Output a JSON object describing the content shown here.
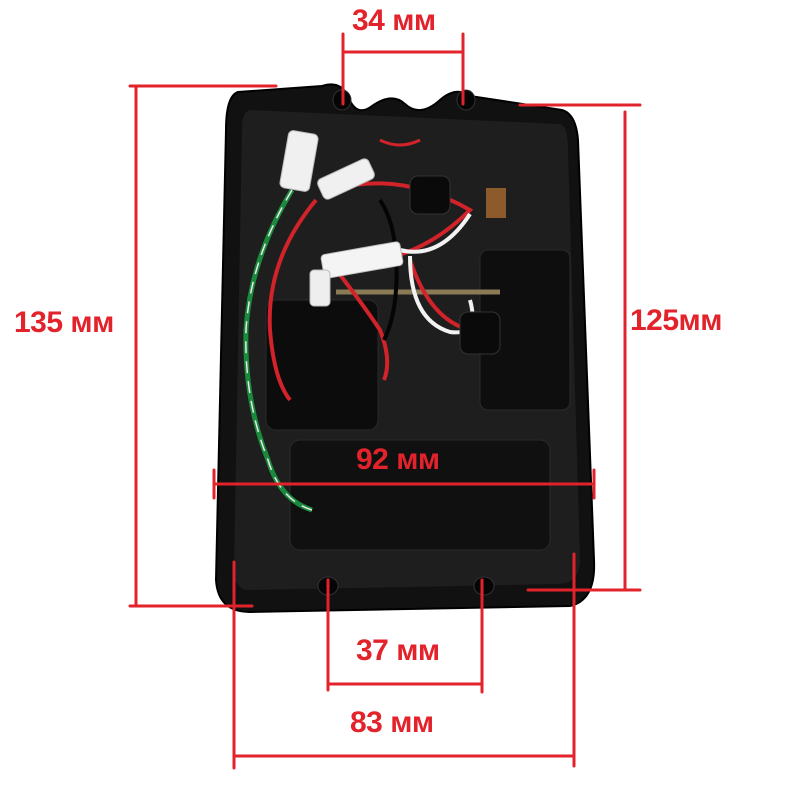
{
  "colors": {
    "dimension": "#e3232b",
    "housing": "#111111",
    "background": "#ffffff"
  },
  "dimensions": {
    "top_hole_spacing": "34 мм",
    "outer_height": "135 мм",
    "inner_height": "125мм",
    "inner_width": "92 мм",
    "bottom_hole_spacing": "37 мм",
    "outer_width": "83 мм"
  }
}
